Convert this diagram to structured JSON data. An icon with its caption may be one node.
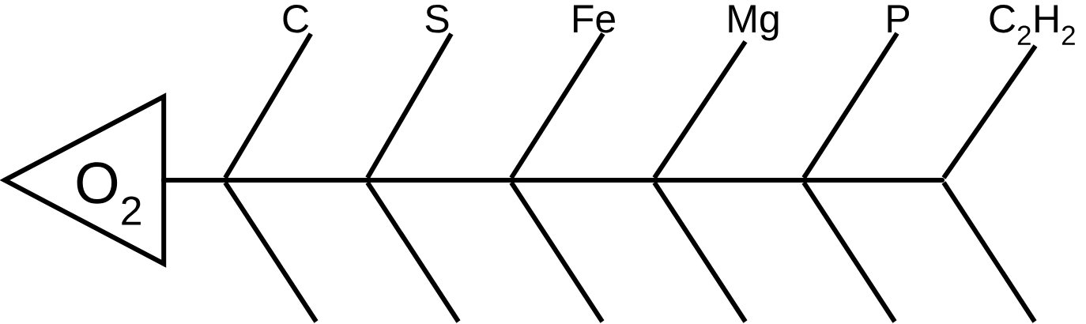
{
  "diagram": {
    "nodes": [
      {
        "text": [
          "O$_{2}$"
        ]
      },
      {
        "text": [
          "C"
        ]
      },
      {
        "text": [
          "S"
        ]
      },
      {
        "text": [
          "Fe"
        ]
      },
      {
        "text": [
          "Mg"
        ]
      },
      {
        "text": [
          "P"
        ]
      },
      {
        "text": [
          "C$_{2}$H$_{2}$"
        ]
      }
    ],
    "edges": [
      {
        "from": 0,
        "to": null,
        "arrow": "none"
      },
      {
        "from": 1,
        "to": null,
        "arrow": "none"
      },
      {
        "from": 2,
        "to": null,
        "arrow": "none"
      },
      {
        "from": 3,
        "to": null,
        "arrow": "none"
      },
      {
        "from": 4,
        "to": null,
        "arrow": "none"
      },
      {
        "from": 5,
        "to": null,
        "arrow": "none"
      },
      {
        "from": 6,
        "to": null,
        "arrow": "none"
      }
    ]
  }
}
